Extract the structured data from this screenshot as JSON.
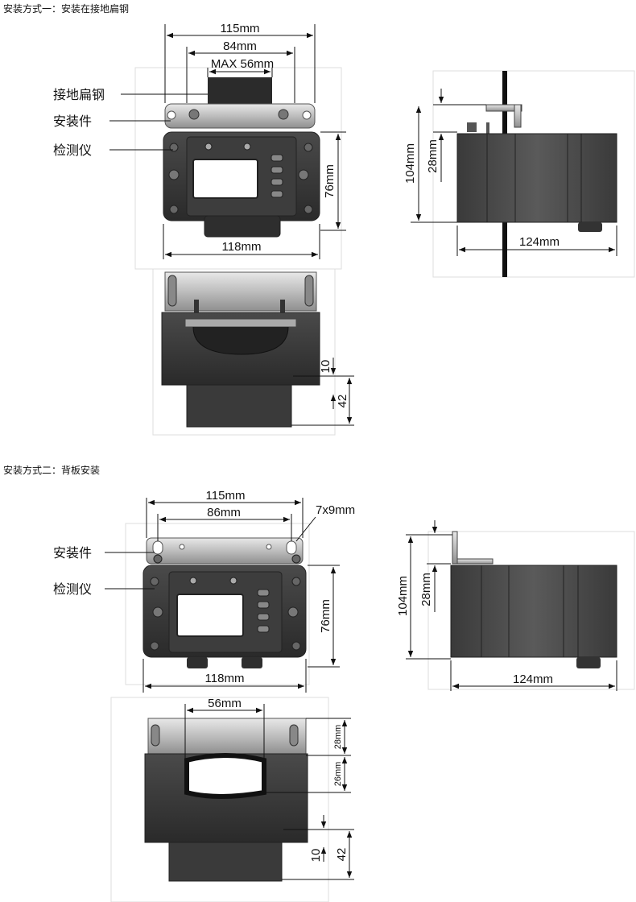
{
  "section1": {
    "title": "安装方式一：安装在接地扁钢",
    "front": {
      "dim_width_bracket": "115mm",
      "dim_holes": "84mm",
      "dim_max": "MAX 56mm",
      "dim_height": "76mm",
      "dim_width_body": "118mm",
      "label_steel": "接地扁钢",
      "label_bracket": "安装件",
      "label_device": "检测仪"
    },
    "side": {
      "dim_total": "104mm",
      "dim_offset": "28mm",
      "dim_depth": "124mm"
    },
    "bottom": {
      "dim_10": "10",
      "dim_42": "42"
    }
  },
  "section2": {
    "title": "安装方式二：背板安装",
    "front": {
      "dim_width_bracket": "115mm",
      "dim_holes": "86mm",
      "dim_slot": "7x9mm",
      "dim_height": "76mm",
      "dim_width_body": "118mm",
      "label_bracket": "安装件",
      "label_device": "检测仪"
    },
    "side": {
      "dim_total": "104mm",
      "dim_offset": "28mm",
      "dim_depth": "124mm"
    },
    "bottom": {
      "dim_56": "56mm",
      "dim_28": "28mm",
      "dim_26": "26mm",
      "dim_10": "10",
      "dim_42": "42"
    }
  }
}
